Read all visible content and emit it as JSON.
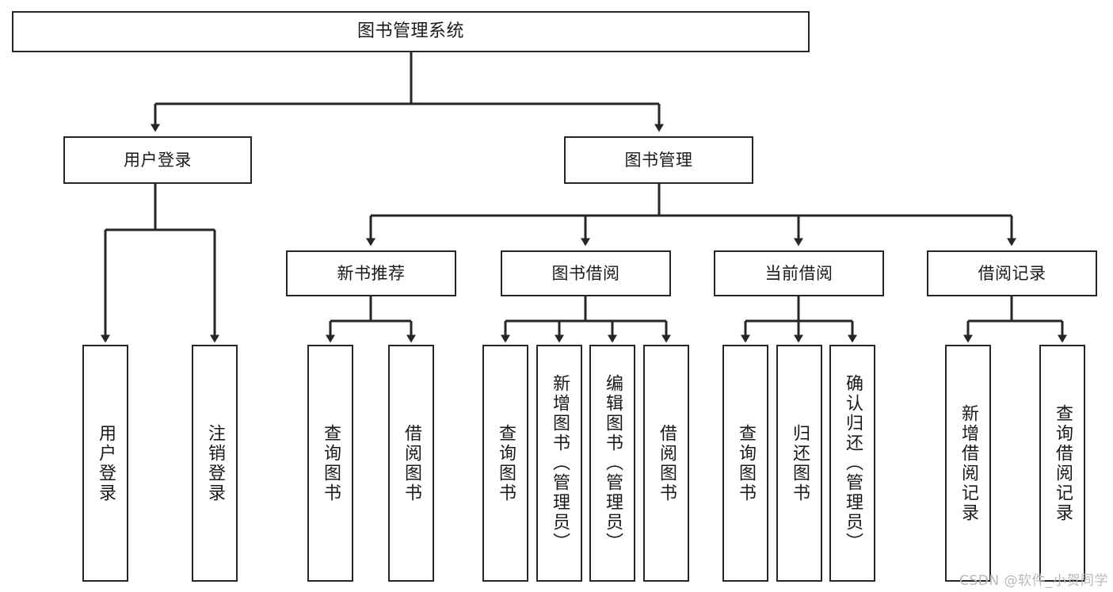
{
  "diagram": {
    "title": "图书管理系统",
    "type": "tree-hierarchy",
    "colors": {
      "background": "#ffffff",
      "box_border": "#262626",
      "box_fill": "#ffffff",
      "connector": "#262626",
      "text": "#1a1a1a",
      "watermark": "#b9b9b9"
    },
    "nodes": {
      "root": {
        "label": "图书管理系统",
        "level": 0
      },
      "level1": [
        {
          "id": "user-login",
          "label": "用户登录"
        },
        {
          "id": "book-management",
          "label": "图书管理"
        }
      ],
      "level2": [
        {
          "id": "new-book-recommend",
          "label": "新书推荐",
          "parent": "book-management"
        },
        {
          "id": "book-borrow",
          "label": "图书借阅",
          "parent": "book-management"
        },
        {
          "id": "current-borrow",
          "label": "当前借阅",
          "parent": "book-management"
        },
        {
          "id": "borrow-record",
          "label": "借阅记录",
          "parent": "book-management"
        }
      ],
      "leaves": [
        {
          "id": "leaf-user-login",
          "label": "用户登录",
          "parent": "user-login"
        },
        {
          "id": "leaf-logout",
          "label": "注销登录",
          "parent": "user-login"
        },
        {
          "id": "leaf-query-book-1",
          "label": "查询图书",
          "parent": "new-book-recommend"
        },
        {
          "id": "leaf-borrow-book-1",
          "label": "借阅图书",
          "parent": "new-book-recommend"
        },
        {
          "id": "leaf-query-book-2",
          "label": "查询图书",
          "parent": "book-borrow"
        },
        {
          "id": "leaf-add-book",
          "label": "新增图书（管理员）",
          "parent": "book-borrow"
        },
        {
          "id": "leaf-edit-book",
          "label": "编辑图书（管理员）",
          "parent": "book-borrow"
        },
        {
          "id": "leaf-borrow-book-2",
          "label": "借阅图书",
          "parent": "book-borrow"
        },
        {
          "id": "leaf-query-book-3",
          "label": "查询图书",
          "parent": "current-borrow"
        },
        {
          "id": "leaf-return-book",
          "label": "归还图书",
          "parent": "current-borrow"
        },
        {
          "id": "leaf-confirm-return",
          "label": "确认归还（管理员）",
          "parent": "current-borrow"
        },
        {
          "id": "leaf-add-record",
          "label": "新增借阅记录",
          "parent": "borrow-record"
        },
        {
          "id": "leaf-query-record",
          "label": "查询借阅记录",
          "parent": "borrow-record"
        }
      ]
    }
  },
  "watermark": {
    "text": "CSDN @软件_小贺同学"
  }
}
